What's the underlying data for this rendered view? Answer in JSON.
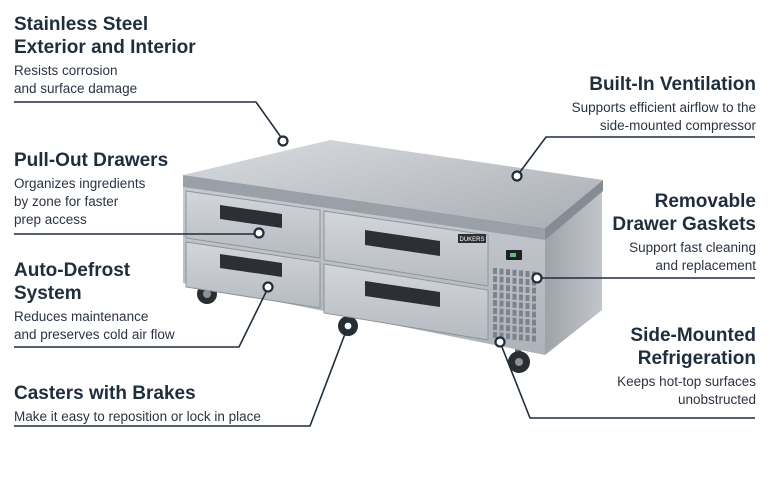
{
  "colors": {
    "text": "#1f2d3d",
    "line": "#1f2d3d",
    "steel": "#b9bec4"
  },
  "features": {
    "stainless": {
      "title": "Stainless Steel\nExterior and Interior",
      "desc": "Resists corrosion\nand surface damage"
    },
    "drawers": {
      "title": "Pull-Out Drawers",
      "desc": "Organizes ingredients\nby zone for faster\nprep access"
    },
    "defrost": {
      "title": "Auto-Defrost\nSystem",
      "desc": "Reduces maintenance\nand preserves cold air flow"
    },
    "casters": {
      "title": "Casters with Brakes",
      "desc": "Make it easy to reposition or lock in place"
    },
    "ventilation": {
      "title": "Built-In Ventilation",
      "desc": "Supports efficient airflow to the\nside-mounted compressor"
    },
    "gaskets": {
      "title": "Removable\nDrawer Gaskets",
      "desc": "Support fast cleaning\nand replacement"
    },
    "refrigeration": {
      "title": "Side-Mounted\nRefrigeration",
      "desc": "Keeps hot-top surfaces\nunobstructed"
    }
  },
  "product": {
    "brand_label": "DUKERS"
  }
}
